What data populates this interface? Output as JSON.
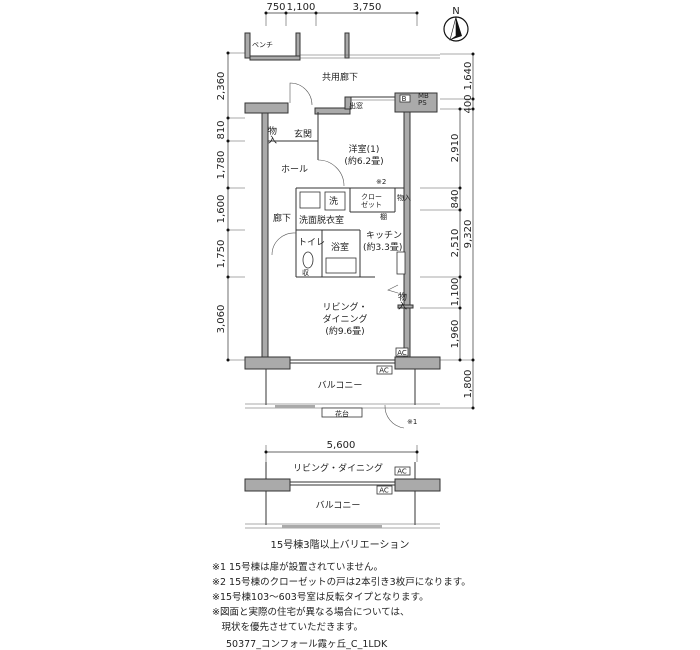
{
  "dimensions": {
    "top": [
      "750",
      "1,100",
      "3,750"
    ],
    "left": [
      "2,360",
      "810",
      "1,780",
      "1,600",
      "1,750",
      "3,060"
    ],
    "right_inner": [
      "2,910",
      "840",
      "2,510",
      "1,100",
      "1,960"
    ],
    "right_outer": [
      "1,640",
      "400",
      "9,320",
      "1,800"
    ],
    "variation_width": "5,600"
  },
  "compass": {
    "label": "N"
  },
  "rooms": {
    "bench": "ベンチ",
    "common_corridor": "共用廊下",
    "bay_window": "出窓",
    "mb": "MB",
    "ps": "PS",
    "b": "B",
    "storage_entry": "物入",
    "entrance": "玄関",
    "western_room": "洋室(1)",
    "western_room_size": "(約6.2畳)",
    "hall": "ホール",
    "note2_mark": "※2",
    "washer": "洗",
    "closet_1": "クロー",
    "closet_2": "ゼット",
    "storage_kitchen": "物入",
    "shelf": "棚",
    "hallway": "廊下",
    "washroom": "洗面脱衣室",
    "toilet": "トイレ",
    "toilet_storage": "収",
    "bathroom": "浴室",
    "kitchen": "キッチン",
    "kitchen_size": "(約3.3畳)",
    "storage_living": "物入",
    "living_1": "リビング・",
    "living_2": "ダイニング",
    "living_size": "(約9.6畳)",
    "ac_in": "AC",
    "ac_out": "AC",
    "balcony": "バルコニー",
    "flower_stand": "花台",
    "note1_mark": "※1"
  },
  "variation": {
    "living": "リビング・ダイニング",
    "ac_in": "AC",
    "ac_out": "AC",
    "balcony": "バルコニー",
    "caption": "15号棟3階以上バリエーション"
  },
  "notes": [
    "※1 15号棟は扉が設置されていません。",
    "※2 15号棟のクローゼットの戸は2本引き3枚戸になります。",
    "※15号棟103～603号室は反転タイプとなります。",
    "※図面と実際の住宅が異なる場合については、",
    "　現状を優先させていただきます。"
  ],
  "plan_code": "50377_コンフォール霞ヶ丘_C_1LDK"
}
